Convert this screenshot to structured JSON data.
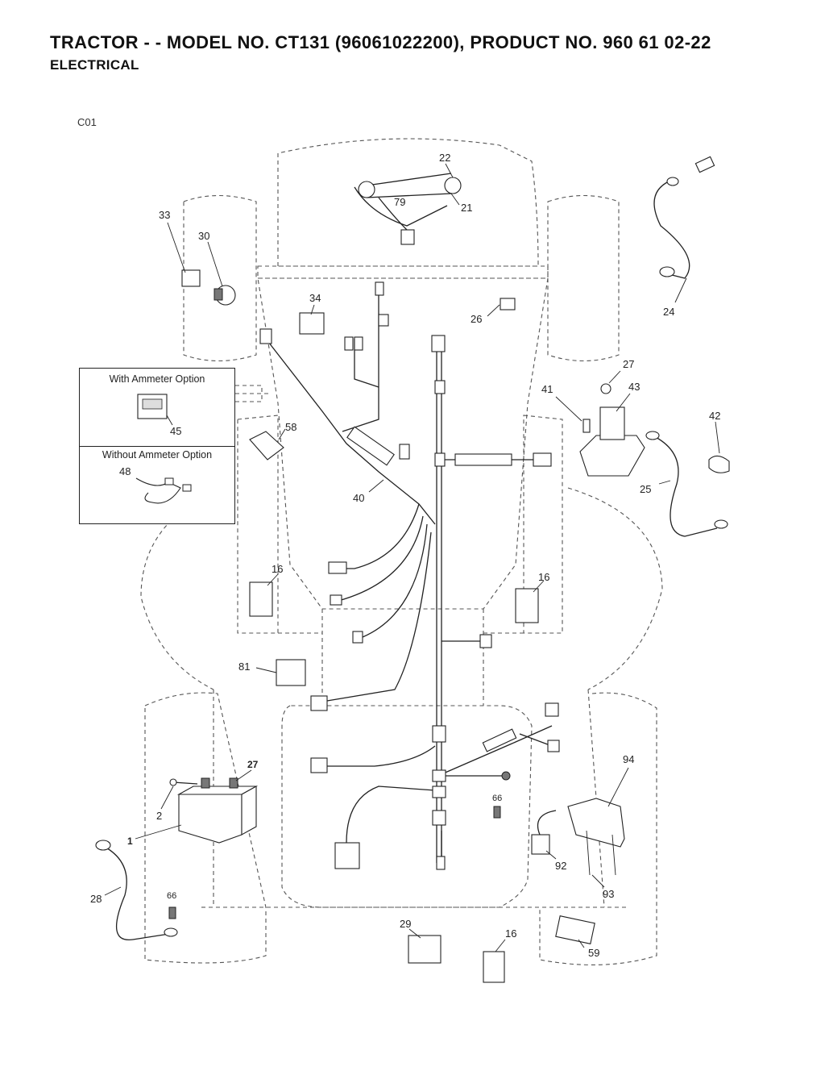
{
  "header": {
    "title": "TRACTOR - - MODEL NO. CT131 (96061022200), PRODUCT NO. 960 61 02-22",
    "subtitle": "ELECTRICAL",
    "page_code": "C01"
  },
  "inset": {
    "with_ammeter_label": "With Ammeter Option",
    "without_ammeter_label": "Without Ammeter Option",
    "part_45": "45",
    "part_48": "48"
  },
  "callouts": {
    "p1": "1",
    "p2": "2",
    "p16a": "16",
    "p16b": "16",
    "p16c": "16",
    "p21": "21",
    "p22": "22",
    "p24": "24",
    "p25": "25",
    "p26": "26",
    "p27a": "27",
    "p27b": "27",
    "p28": "28",
    "p29": "29",
    "p30": "30",
    "p33": "33",
    "p34": "34",
    "p40": "40",
    "p41": "41",
    "p42": "42",
    "p43": "43",
    "p58": "58",
    "p59": "59",
    "p66a": "66",
    "p66b": "66",
    "p79": "79",
    "p81": "81",
    "p92": "92",
    "p93": "93",
    "p94": "94"
  }
}
